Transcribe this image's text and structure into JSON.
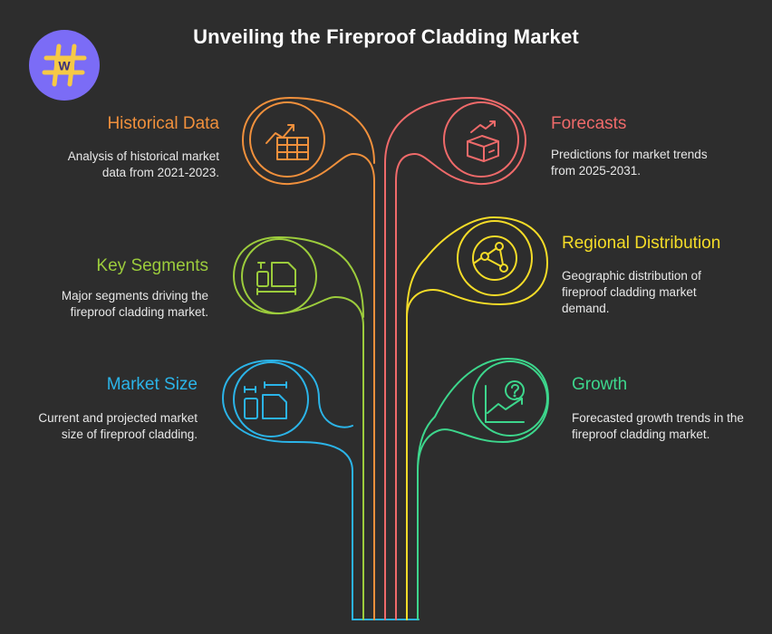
{
  "title": "Unveiling the Fireproof Cladding Market",
  "colors": {
    "background": "#2d2d2d",
    "historical": "#f0903c",
    "forecasts": "#ef6a6a",
    "segments": "#9ccc3c",
    "regional": "#f4dc28",
    "market_size": "#2bb4e8",
    "growth": "#3dd68c",
    "logo": "#7b6cf6"
  },
  "items": [
    {
      "key": "historical",
      "heading": "Historical Data",
      "desc": "Analysis of historical market data from 2021-2023.",
      "icon": "chart-table-icon"
    },
    {
      "key": "forecasts",
      "heading": "Forecasts",
      "desc": "Predictions for market trends from 2025-2031.",
      "icon": "box-trend-icon"
    },
    {
      "key": "segments",
      "heading": "Key Segments",
      "desc": "Major segments driving the fireproof cladding market.",
      "icon": "segments-icon"
    },
    {
      "key": "regional",
      "heading": "Regional Distribution",
      "desc": "Geographic distribution of fireproof cladding market demand.",
      "icon": "network-icon"
    },
    {
      "key": "market_size",
      "heading": "Market Size",
      "desc": "Current and projected market size of fireproof cladding.",
      "icon": "size-icon"
    },
    {
      "key": "growth",
      "heading": "Growth",
      "desc": "Forecasted growth trends in the fireproof cladding market.",
      "icon": "growth-question-icon"
    }
  ]
}
